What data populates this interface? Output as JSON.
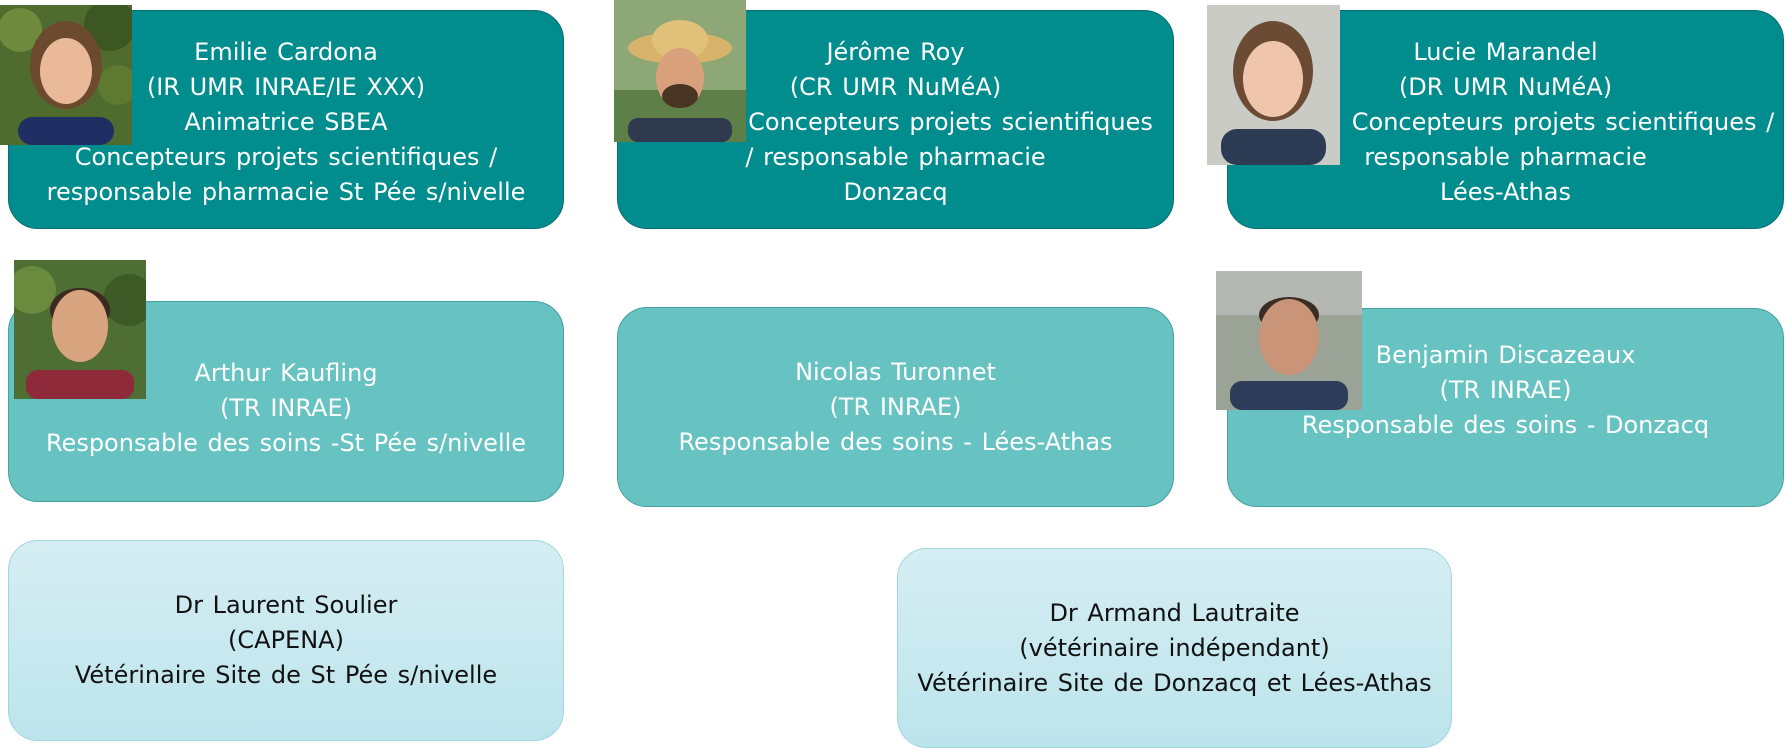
{
  "cards": [
    {
      "id": "emilie-cardona",
      "tier": 1,
      "lines": [
        "Emilie Cardona",
        "(IR UMR INRAE/IE XXX)",
        "Animatrice SBEA",
        "Concepteurs projets scientifiques /",
        "responsable pharmacie St Pée s/nivelle"
      ]
    },
    {
      "id": "jerome-roy",
      "tier": 1,
      "lines": [
        "Jérôme Roy",
        "(CR UMR NuMéA)",
        "Concepteurs projets scientifiques",
        "/ responsable pharmacie",
        "Donzacq"
      ]
    },
    {
      "id": "lucie-marandel",
      "tier": 1,
      "lines": [
        "Lucie Marandel",
        "(DR UMR NuMéA)",
        "Concepteurs projets scientifiques /",
        "responsable pharmacie",
        "Lées-Athas"
      ]
    },
    {
      "id": "arthur-kaufling",
      "tier": 2,
      "lines": [
        "Arthur Kaufling",
        "(TR INRAE)",
        "Responsable des soins -St Pée s/nivelle"
      ]
    },
    {
      "id": "nicolas-turonnet",
      "tier": 2,
      "lines": [
        "Nicolas Turonnet",
        "(TR INRAE)",
        "Responsable des soins - Lées-Athas"
      ]
    },
    {
      "id": "benjamin-discazeaux",
      "tier": 2,
      "lines": [
        "Benjamin Discazeaux",
        "(TR INRAE)",
        "Responsable des soins - Donzacq"
      ]
    },
    {
      "id": "laurent-soulier",
      "tier": 3,
      "lines": [
        "Dr Laurent Soulier",
        "(CAPENA)",
        "Vétérinaire Site de St Pée s/nivelle"
      ]
    },
    {
      "id": "armand-lautraite",
      "tier": 3,
      "lines": [
        "Dr Armand Lautraite",
        "(vétérinaire indépendant)",
        "Vétérinaire Site de Donzacq et Lées-Athas"
      ]
    }
  ],
  "colors": {
    "tier1": "#018C8E",
    "tier2": "#67C2C2",
    "tier3": "#C9E9EF"
  }
}
